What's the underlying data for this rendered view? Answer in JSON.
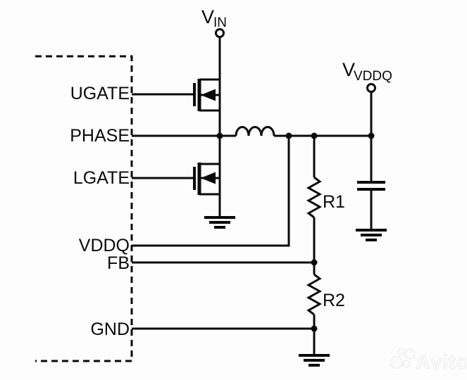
{
  "pins": {
    "ugate": "UGATE",
    "phase": "PHASE",
    "lgate": "LGATE",
    "vddq": "VDDQ",
    "fb": "FB",
    "gnd": "GND"
  },
  "terminals": {
    "vin": {
      "v": "V",
      "sub": "IN"
    },
    "vout": {
      "v": "V",
      "sub": "VDDQ"
    }
  },
  "components": {
    "r1": "R1",
    "r2": "R2"
  },
  "watermark": {
    "text": "Avito"
  },
  "colors": {
    "line": "#0a0a0a",
    "bg": "#fdfdfd",
    "wm_fill": "#fbfbfb",
    "wm_edge": "#e9e9e9"
  }
}
